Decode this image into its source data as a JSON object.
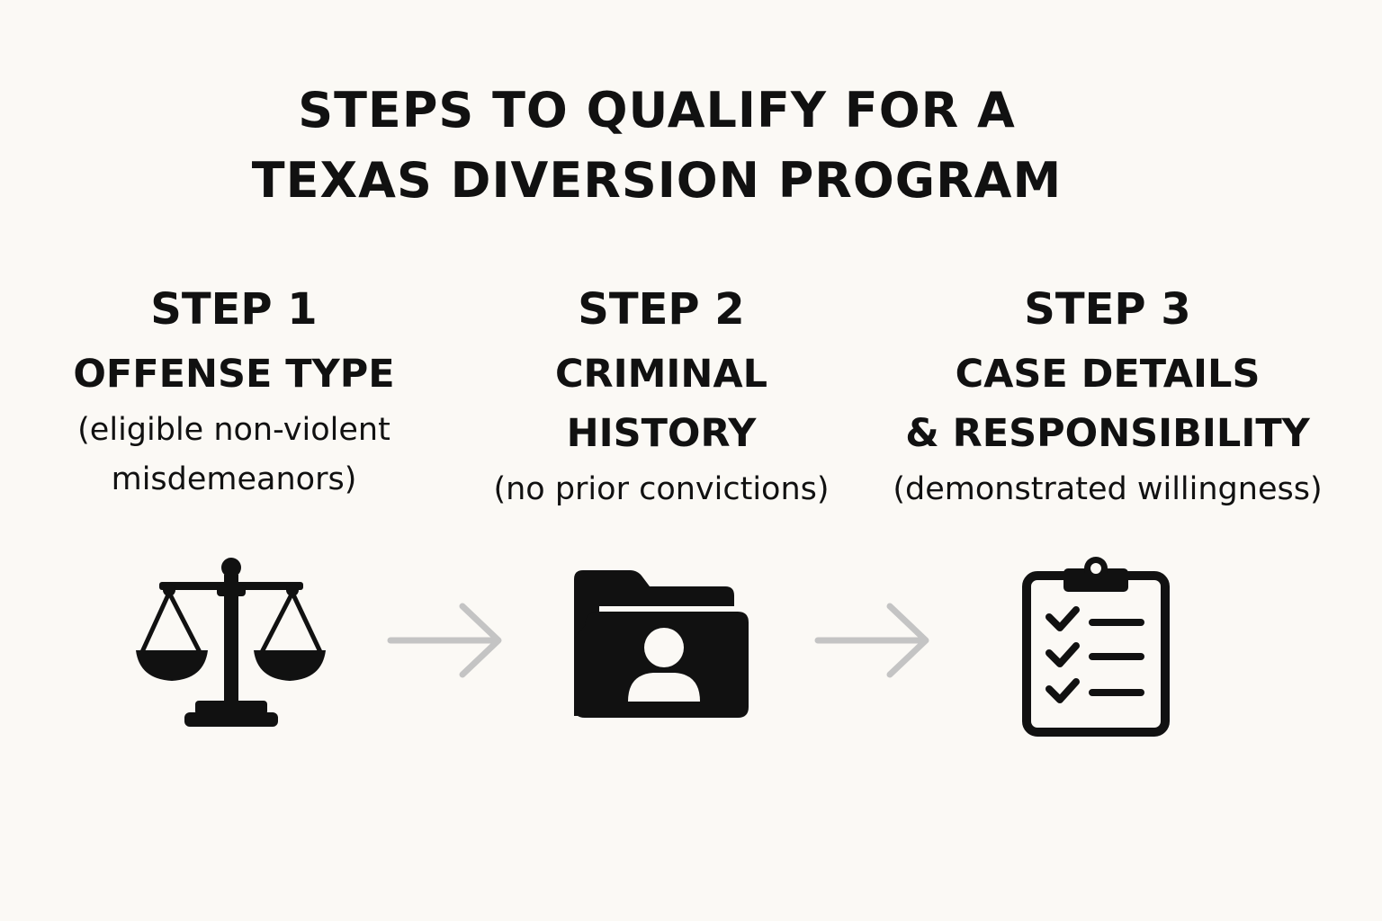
{
  "title": {
    "line1": "STEPS TO QUALIFY FOR A",
    "line2": "TEXAS DIVERSION PROGRAM"
  },
  "steps": [
    {
      "number": "STEP 1",
      "name_lines": [
        "OFFENSE TYPE"
      ],
      "description": "(eligible non-violent misdemeanors)",
      "icon": "scales-of-justice-icon"
    },
    {
      "number": "STEP 2",
      "name_lines": [
        "CRIMINAL",
        "HISTORY"
      ],
      "description": "(no prior convictions)",
      "icon": "user-folder-icon"
    },
    {
      "number": "STEP 3",
      "name_lines": [
        "CASE DETAILS",
        "& RESPONSIBILITY"
      ],
      "description": "(demonstrated willingness)",
      "icon": "checklist-clipboard-icon"
    }
  ],
  "colors": {
    "background": "#fbf9f5",
    "text": "#111111",
    "icon": "#111111",
    "arrow": "#c4c4c4"
  }
}
